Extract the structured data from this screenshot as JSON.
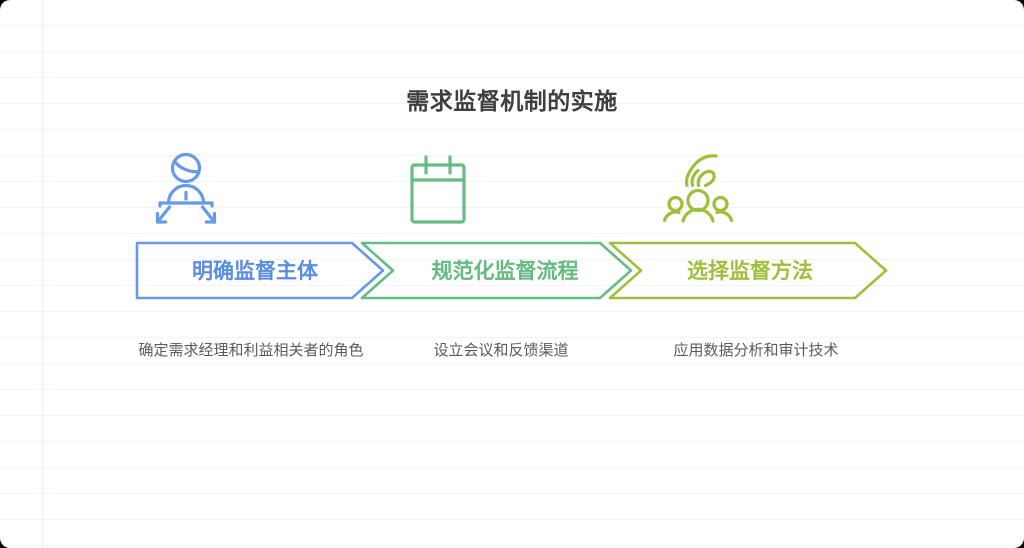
{
  "page": {
    "title": "需求监督机制的实施",
    "background_color": "#ffffff",
    "paper_line_color": "#f3f3f4",
    "paper_margin_color": "#fbeceb"
  },
  "steps": [
    {
      "icon_name": "supervisor-person-icon",
      "label": "明确监督主体",
      "description": "确定需求经理和利益相关者的角色",
      "color": "#6699e8",
      "label_color": "#5b8ce0"
    },
    {
      "icon_name": "calendar-icon",
      "label": "规范化监督流程",
      "description": "设立会议和反馈渠道",
      "color": "#65bd82",
      "label_color": "#64bb7f"
    },
    {
      "icon_name": "hand-over-group-icon",
      "label": "选择监督方法",
      "description": "应用数据分析和审计技术",
      "color": "#9fbf3b",
      "label_color": "#9fbf3b"
    }
  ]
}
